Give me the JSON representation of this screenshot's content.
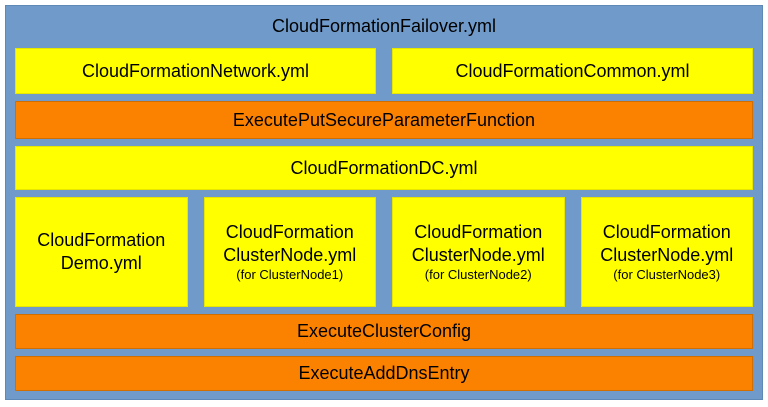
{
  "panel": {
    "title": "CloudFormationFailover.yml"
  },
  "boxes": {
    "network": "CloudFormationNetwork.yml",
    "common": "CloudFormationCommon.yml",
    "execute_put_secure_parameter": "ExecutePutSecureParameterFunction",
    "dc": "CloudFormationDC.yml",
    "demo": "CloudFormation Demo.yml",
    "cluster_node": "CloudFormation ClusterNode.yml",
    "cluster_node1_note": "(for ClusterNode1)",
    "cluster_node2_note": "(for ClusterNode2)",
    "cluster_node3_note": "(for ClusterNode3)",
    "execute_cluster_config": "ExecuteClusterConfig",
    "execute_add_dns_entry": "ExecuteAddDnsEntry"
  },
  "colors": {
    "page_background": "#ffffff",
    "panel_fill": "#6f9ac9",
    "panel_border": "#5e88b5",
    "yellow_fill": "#ffff00",
    "yellow_border": "#e6e600",
    "orange_fill": "#fb8200",
    "orange_border": "#d06e00",
    "text": "#000000"
  }
}
